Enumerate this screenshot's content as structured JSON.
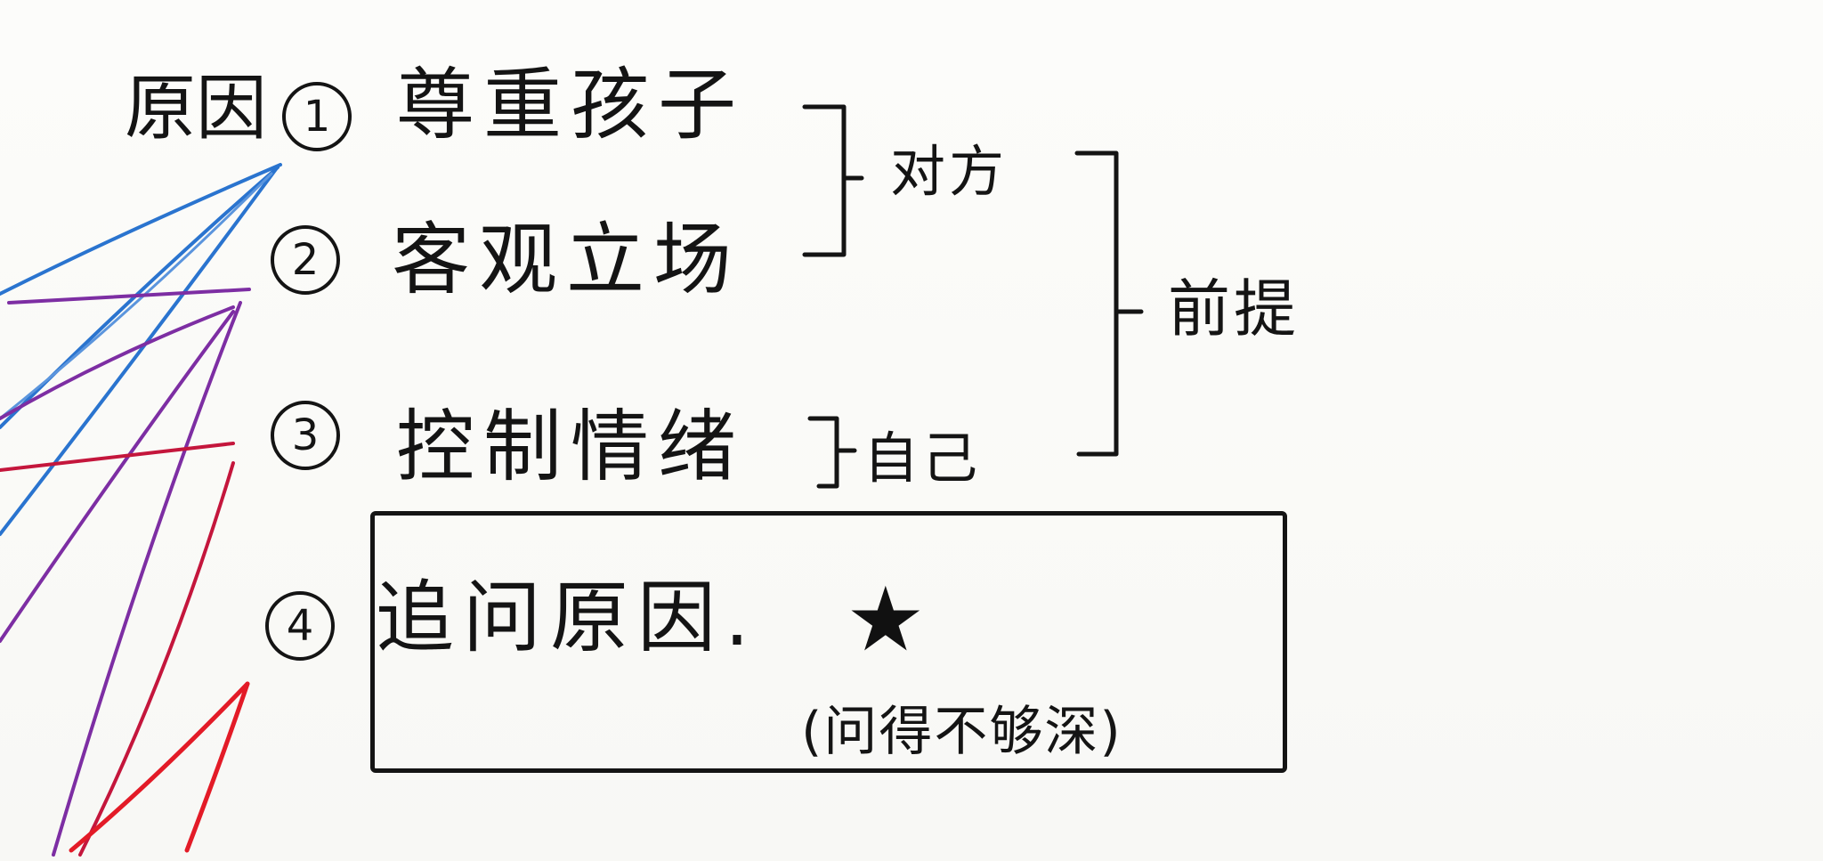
{
  "heading": "原因",
  "items": [
    {
      "number": "1",
      "text": "尊重孩子"
    },
    {
      "number": "2",
      "text": "客观立场"
    },
    {
      "number": "3",
      "text": "控制情绪"
    },
    {
      "number": "4",
      "text": "追问原因."
    }
  ],
  "brackets": {
    "duifang": "对方",
    "ziji": "自己",
    "qianti": "前提"
  },
  "highlight": {
    "star": "★",
    "note": "(问得不够深)"
  },
  "colors": {
    "ink": "#141414",
    "blue": "#1d6fd1",
    "purple": "#7a2a9e",
    "crimson": "#c2143a",
    "red": "#e11a26"
  }
}
